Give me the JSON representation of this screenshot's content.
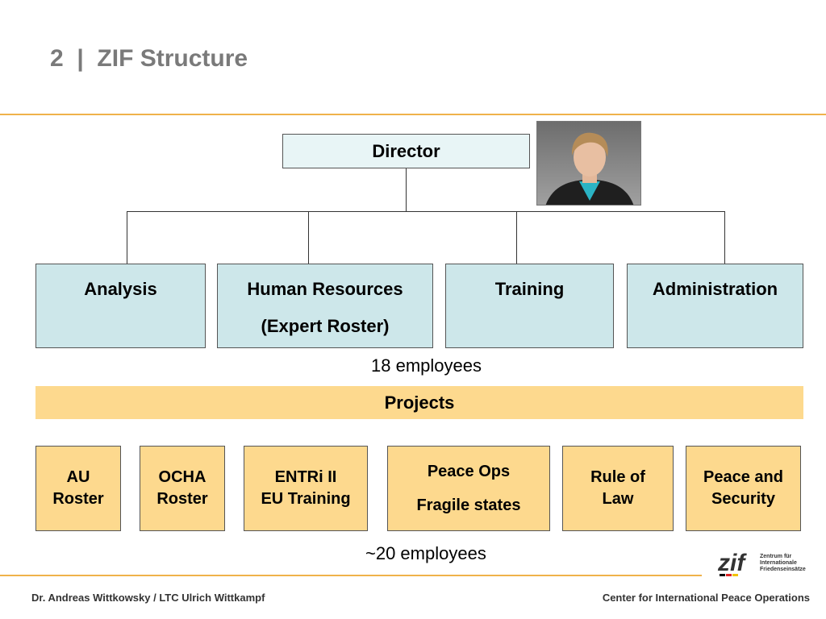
{
  "title": "2  |  ZIF Structure",
  "director": {
    "label": "Director"
  },
  "departments": [
    {
      "lines": [
        "Analysis"
      ]
    },
    {
      "lines": [
        "Human Resources",
        "(Expert Roster)"
      ]
    },
    {
      "lines": [
        "Training"
      ]
    },
    {
      "lines": [
        "Administration"
      ]
    }
  ],
  "departments_count": "18 employees",
  "projects": {
    "label": "Projects",
    "items": [
      {
        "lines": [
          "AU",
          "Roster"
        ]
      },
      {
        "lines": [
          "OCHA",
          "Roster"
        ]
      },
      {
        "lines": [
          "ENTRi II",
          "EU Training"
        ]
      },
      {
        "lines": [
          "Peace Ops",
          "Fragile states"
        ]
      },
      {
        "lines": [
          "Rule of",
          "Law"
        ]
      },
      {
        "lines": [
          "Peace and",
          "Security"
        ]
      }
    ],
    "count": "~20 employees"
  },
  "footer": {
    "left": "Dr. Andreas Wittkowsky / LTC Ulrich Wittkampf",
    "right": "Center for International Peace Operations"
  },
  "logo": {
    "mark": "zif",
    "text_lines": [
      "Zentrum für",
      "Internationale",
      "Friedenseinsätze"
    ]
  },
  "colors": {
    "accent": "#f0b24a",
    "department_fill": "#cde7ea",
    "director_fill": "#e8f5f6",
    "project_fill": "#fdd98e",
    "title": "#7a7a7a"
  }
}
